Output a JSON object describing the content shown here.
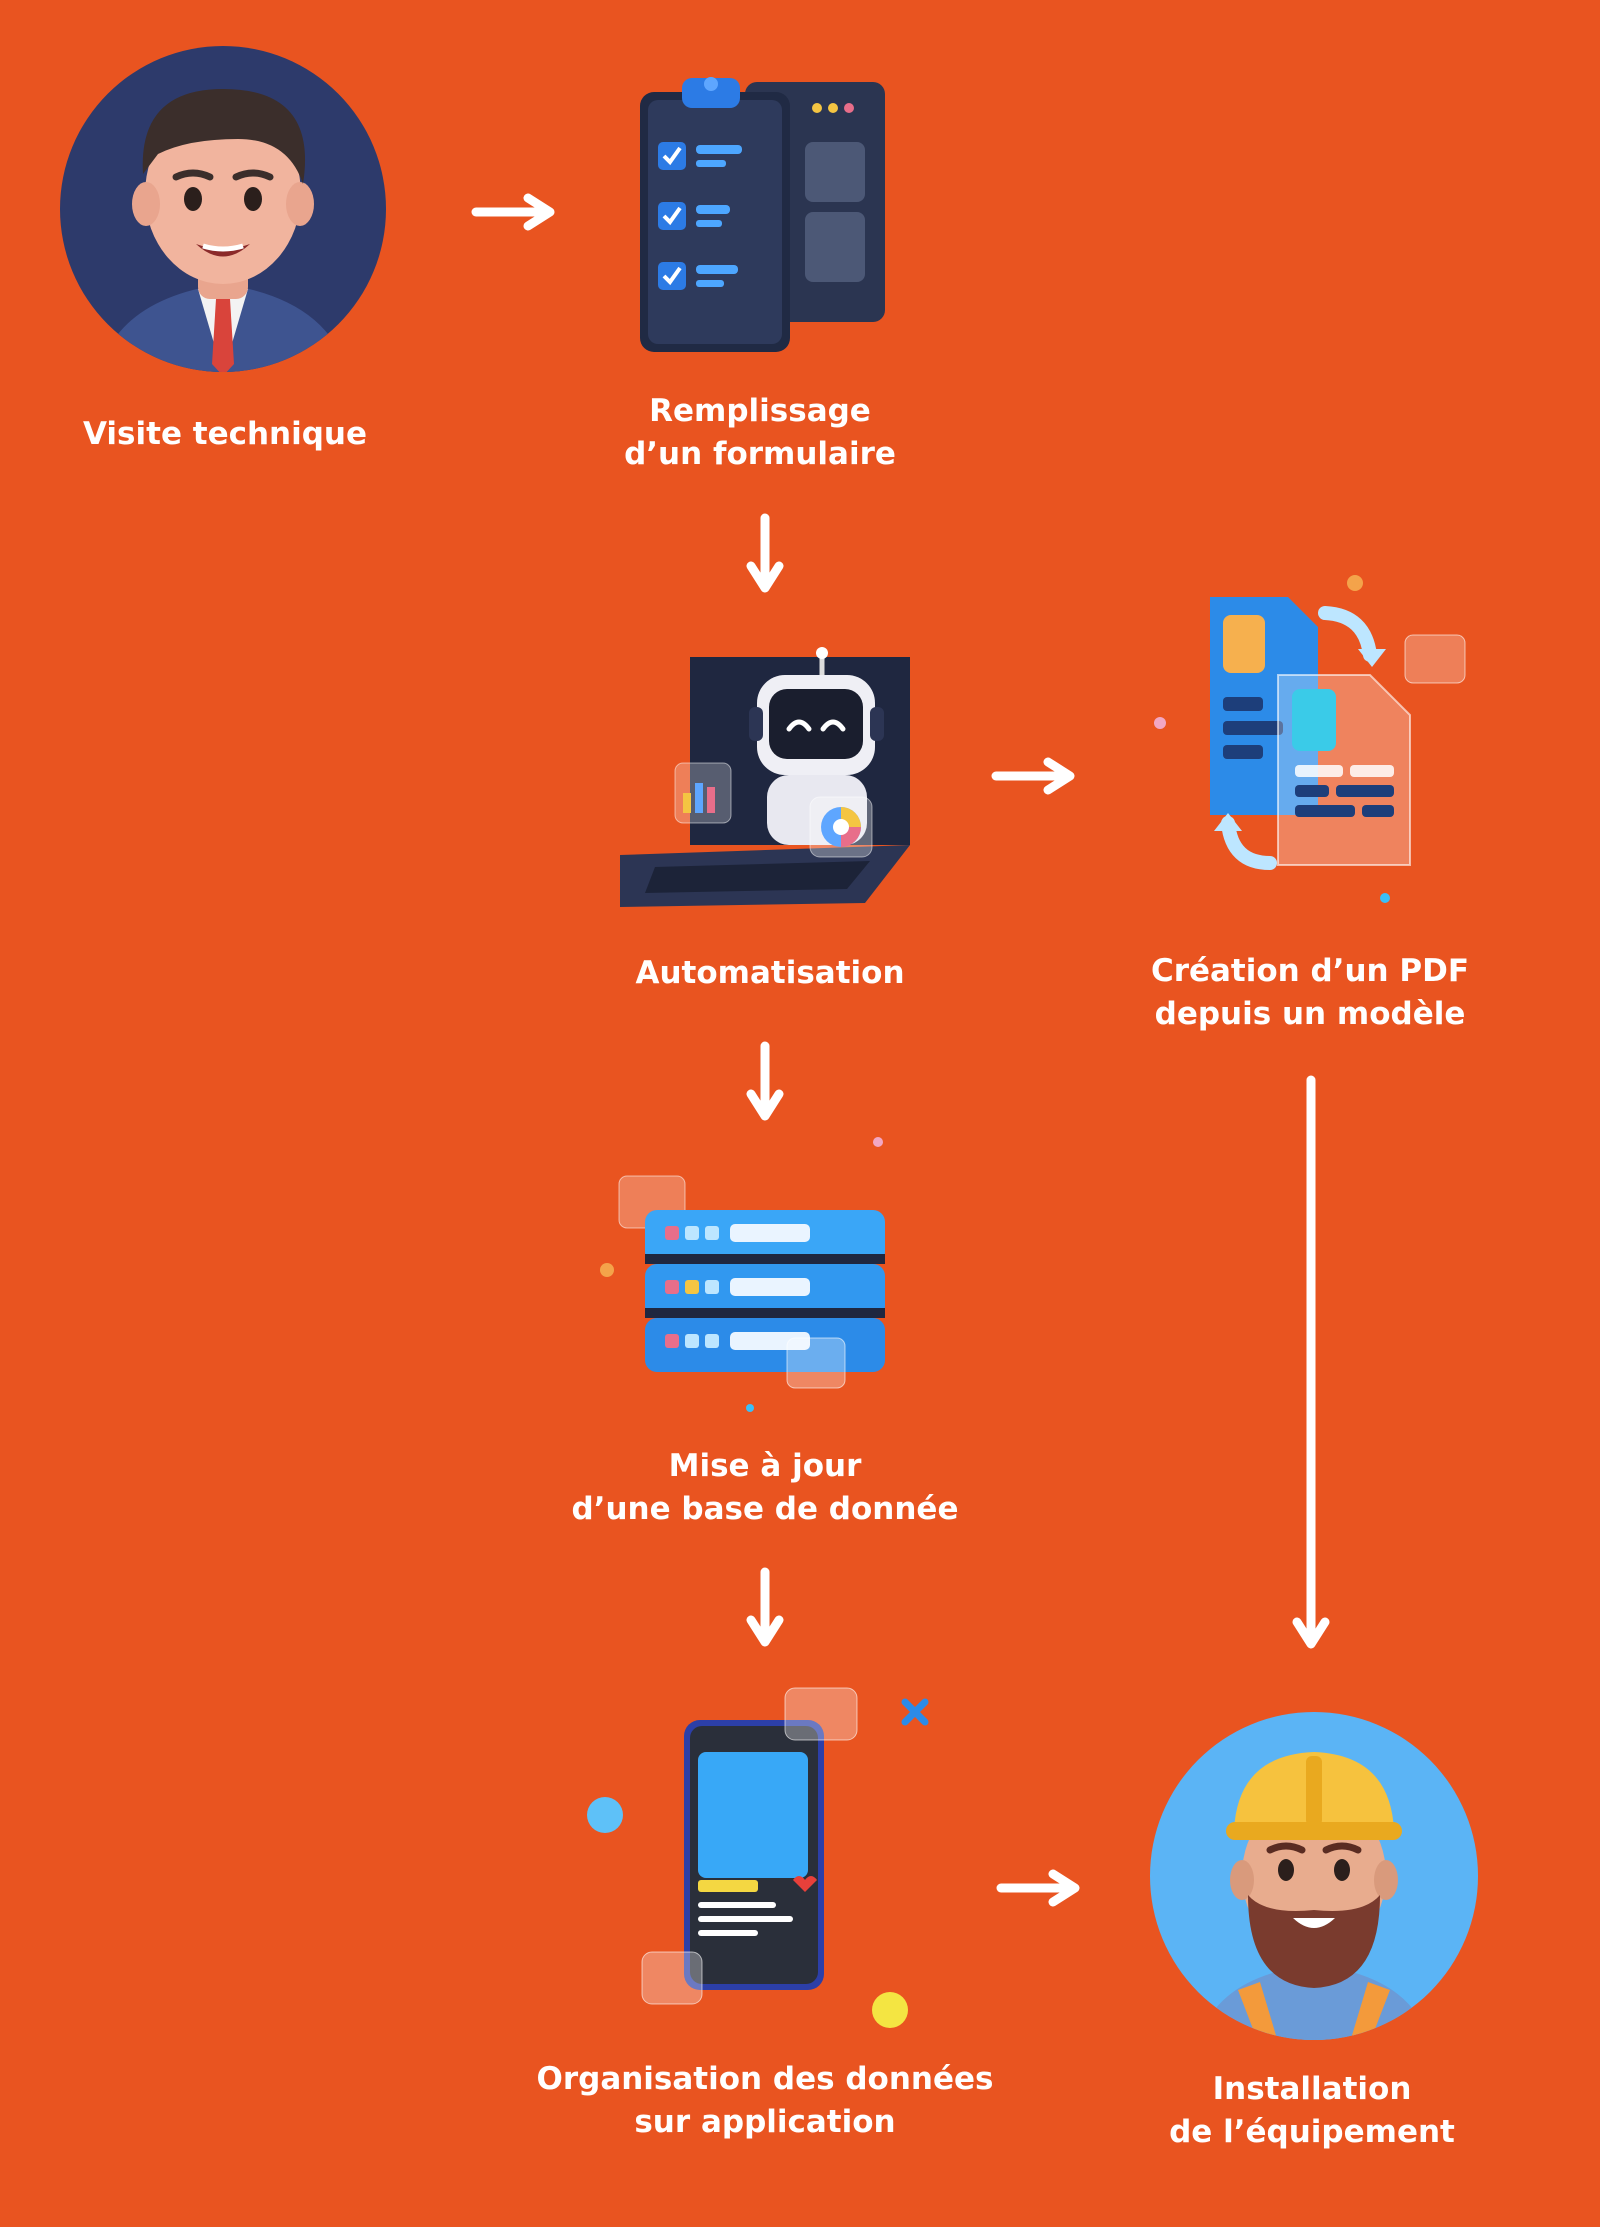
{
  "colors": {
    "background": "#E95420",
    "arrow": "#FFFFFF",
    "text": "#FFFFFF"
  },
  "steps": {
    "visite": {
      "line1": "Visite technique",
      "icon": "businessman-avatar-icon"
    },
    "formulaire": {
      "line1": "Remplissage",
      "line2": "d’un formulaire",
      "icon": "clipboard-form-icon"
    },
    "automatisation": {
      "line1": "Automatisation",
      "icon": "robot-laptop-icon"
    },
    "pdf": {
      "line1": "Création d’un PDF",
      "line2": "depuis un modèle",
      "icon": "document-pdf-icon"
    },
    "database": {
      "line1": "Mise à jour",
      "line2": "d’une base de donnée",
      "icon": "database-server-icon"
    },
    "application": {
      "line1": "Organisation des données",
      "line2": "sur application",
      "icon": "mobile-app-icon"
    },
    "installation": {
      "line1": "Installation",
      "line2": "de l’équipement",
      "icon": "worker-avatar-icon"
    }
  }
}
